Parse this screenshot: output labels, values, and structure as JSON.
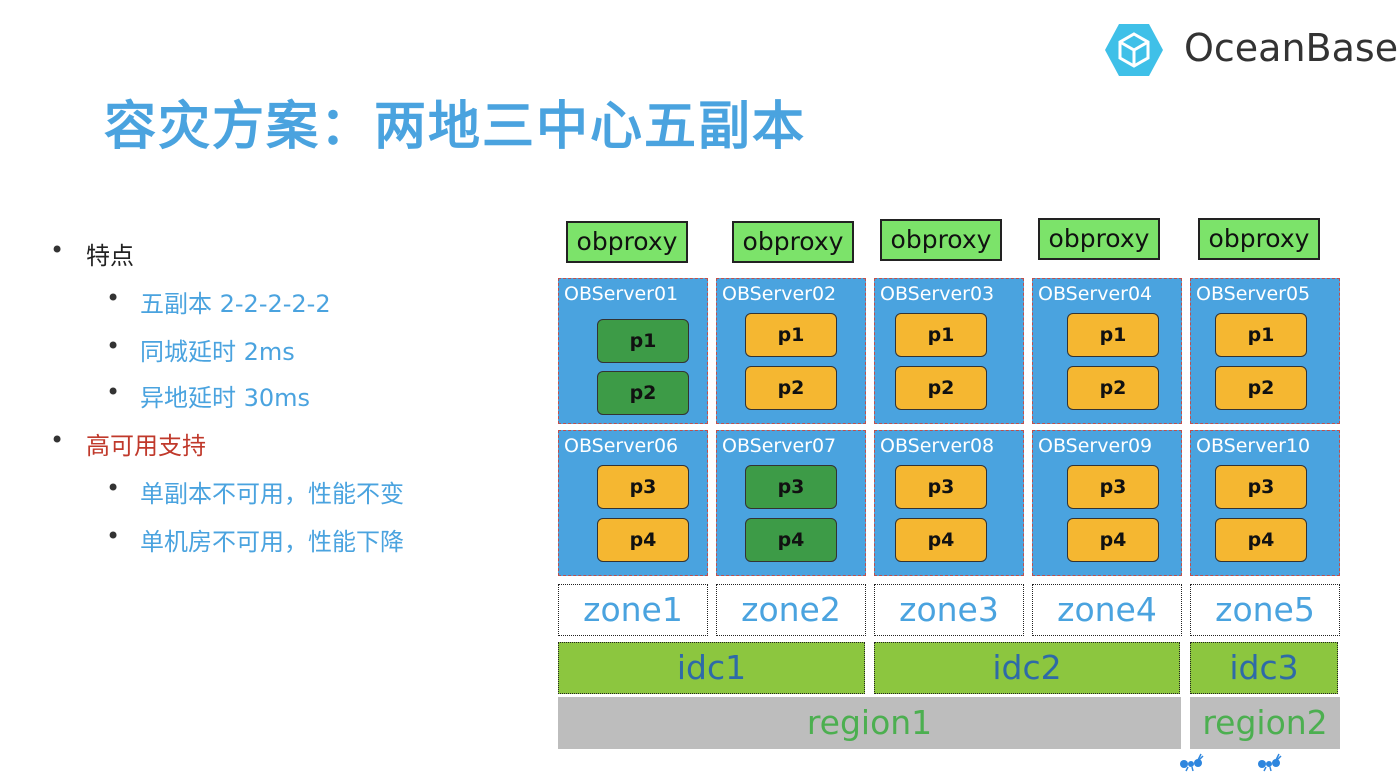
{
  "brand": {
    "name": "OceanBase",
    "logo_color": "#3fc0e8"
  },
  "title": "容灾方案：两地三中心五副本",
  "features": {
    "label": "特点",
    "items": [
      "五副本 2-2-2-2-2",
      "同城延时 2ms",
      "异地延时 30ms"
    ]
  },
  "ha": {
    "label": "高可用支持",
    "items": [
      "单副本不可用，性能不变",
      "单机房不可用，性能下降"
    ]
  },
  "colors": {
    "title": "#4aa3df",
    "sub_bullet": "#4aa3df",
    "ha_label": "#c0392b",
    "server_bg": "#4aa3df",
    "proxy_bg": "#7ce36a",
    "partition_follower": "#f5b731",
    "partition_leader": "#3d9b47",
    "idc_bg": "#8cc63f",
    "region_bg": "#bdbdbd"
  },
  "proxies": [
    "obproxy",
    "obproxy",
    "obproxy",
    "obproxy",
    "obproxy"
  ],
  "servers_row1": [
    {
      "name": "OBServer01",
      "parts": [
        {
          "label": "p1",
          "leader": true
        },
        {
          "label": "p2",
          "leader": true
        }
      ]
    },
    {
      "name": "OBServer02",
      "parts": [
        {
          "label": "p1",
          "leader": false
        },
        {
          "label": "p2",
          "leader": false
        }
      ]
    },
    {
      "name": "OBServer03",
      "parts": [
        {
          "label": "p1",
          "leader": false
        },
        {
          "label": "p2",
          "leader": false
        }
      ]
    },
    {
      "name": "OBServer04",
      "parts": [
        {
          "label": "p1",
          "leader": false
        },
        {
          "label": "p2",
          "leader": false
        }
      ]
    },
    {
      "name": "OBServer05",
      "parts": [
        {
          "label": "p1",
          "leader": false
        },
        {
          "label": "p2",
          "leader": false
        }
      ]
    }
  ],
  "servers_row2": [
    {
      "name": "OBServer06",
      "parts": [
        {
          "label": "p3",
          "leader": false
        },
        {
          "label": "p4",
          "leader": false
        }
      ]
    },
    {
      "name": "OBServer07",
      "parts": [
        {
          "label": "p3",
          "leader": true
        },
        {
          "label": "p4",
          "leader": true
        }
      ]
    },
    {
      "name": "OBServer08",
      "parts": [
        {
          "label": "p3",
          "leader": false
        },
        {
          "label": "p4",
          "leader": false
        }
      ]
    },
    {
      "name": "OBServer09",
      "parts": [
        {
          "label": "p3",
          "leader": false
        },
        {
          "label": "p4",
          "leader": false
        }
      ]
    },
    {
      "name": "OBServer10",
      "parts": [
        {
          "label": "p3",
          "leader": false
        },
        {
          "label": "p4",
          "leader": false
        }
      ]
    }
  ],
  "zones": [
    "zone1",
    "zone2",
    "zone3",
    "zone4",
    "zone5"
  ],
  "idcs": [
    "idc1",
    "idc2",
    "idc3"
  ],
  "regions": [
    "region1",
    "region2"
  ]
}
